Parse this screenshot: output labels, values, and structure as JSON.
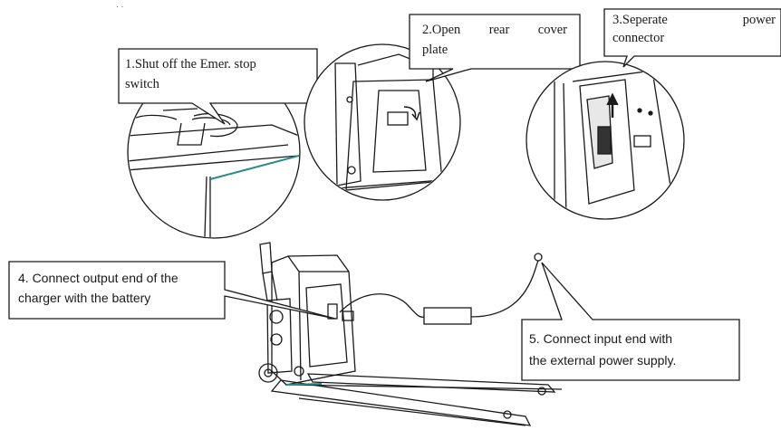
{
  "figure": {
    "stray_mark": "· ·",
    "steps": [
      {
        "line1": "1.Shut off the Emer. stop",
        "line2": "switch"
      },
      {
        "line1": "2.Open   rear   cover",
        "line2": "plate"
      },
      {
        "line1": "3.Seperate        power",
        "line2": "connector"
      },
      {
        "line1": "4. Connect output end of the",
        "line2": "charger with the battery"
      },
      {
        "line1": "5.  Connect input end with",
        "line2": "the external power supply."
      }
    ]
  },
  "colors": {
    "line": "#1a1a1a",
    "accent_teal": "#2a8a8a",
    "background": "#ffffff"
  }
}
